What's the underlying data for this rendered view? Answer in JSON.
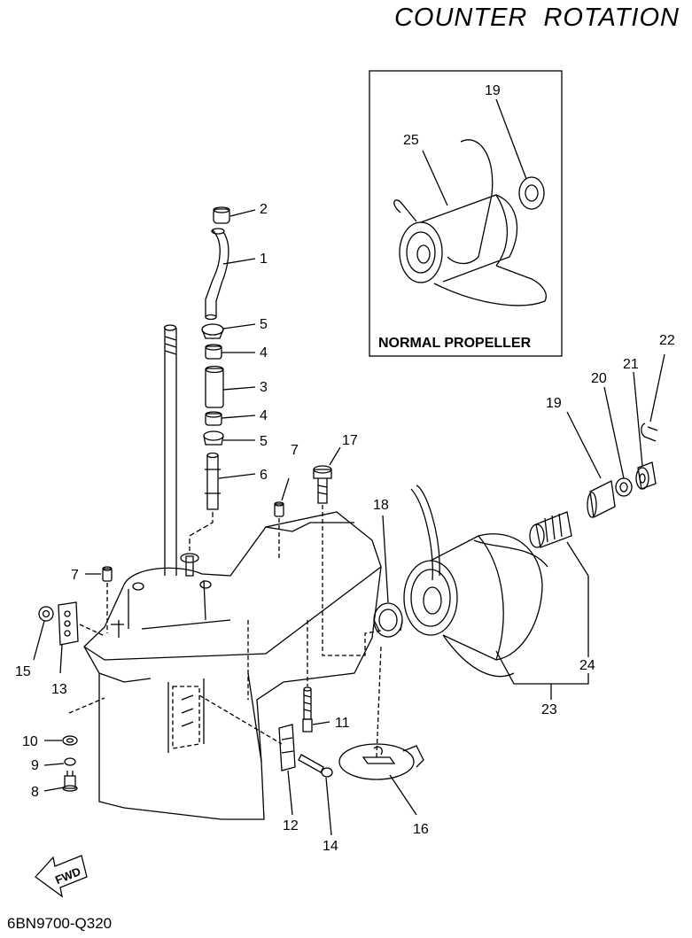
{
  "title": "COUNTER  ROTATION",
  "doc_id": "6BN9700-Q320",
  "inset": {
    "label": "NORMAL PROPELLER"
  },
  "fwd_arrow": {
    "text": "FWD"
  },
  "callouts": {
    "n1": "1",
    "n2": "2",
    "n3": "3",
    "n4a": "4",
    "n4b": "4",
    "n5a": "5",
    "n5b": "5",
    "n6": "6",
    "n7a": "7",
    "n7b": "7",
    "n8": "8",
    "n9": "9",
    "n10": "10",
    "n11": "11",
    "n12": "12",
    "n13": "13",
    "n14": "14",
    "n15": "15",
    "n16": "16",
    "n17": "17",
    "n18": "18",
    "n19a": "19",
    "n19b": "19",
    "n20": "20",
    "n21": "21",
    "n22": "22",
    "n23": "23",
    "n24": "24",
    "n25": "25"
  }
}
